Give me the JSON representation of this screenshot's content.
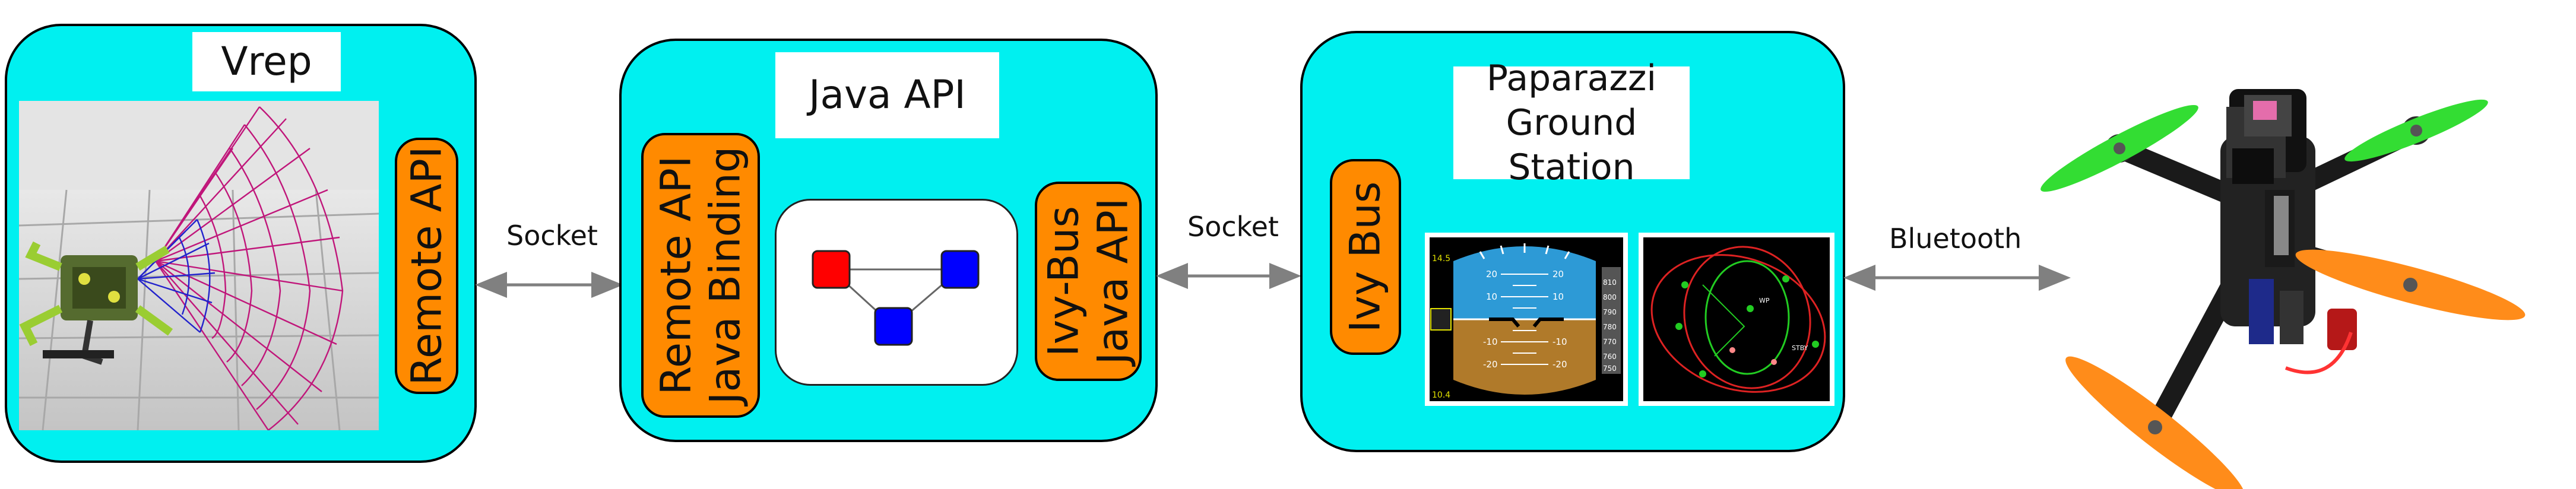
{
  "panels": {
    "vrep": {
      "title": "Vrep",
      "api_label": "Remote API"
    },
    "java": {
      "title": "Java API",
      "left_lines": [
        "Remote API",
        "Java Binding"
      ],
      "right_lines": [
        "Ivy-Bus",
        "Java API"
      ]
    },
    "paparazzi": {
      "title_line1": "Paparazzi",
      "title_line2": "Ground Station",
      "bus_label": "Ivy Bus"
    }
  },
  "edges": {
    "vrep_java": "Socket",
    "java_paparazzi": "Socket",
    "paparazzi_drone": "Bluetooth"
  },
  "colors": {
    "panel": "#00f0f0",
    "api_box": "#ff8a00",
    "node_red": "#ff0000",
    "node_blue": "#0000ff",
    "arrow": "#808080",
    "drone_prop_green": "#33dd33",
    "drone_prop_orange": "#ff8c1a"
  },
  "icons": [
    "simulation-scene-icon",
    "network-graph-icon",
    "attitude-indicator-icon",
    "orbit-display-icon",
    "quadcopter-photo-icon"
  ]
}
